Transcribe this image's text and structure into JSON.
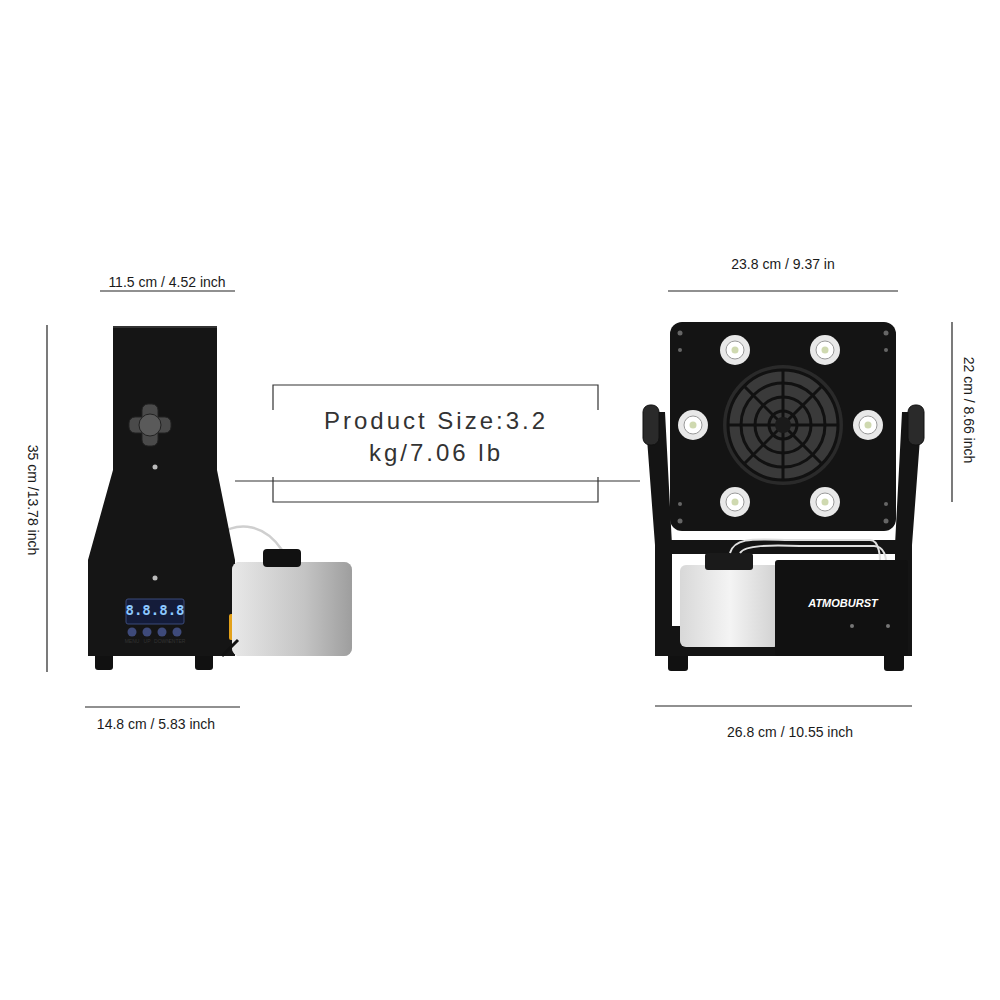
{
  "diagram": {
    "nodes": [
      {
        "text": [
          "Product Size:3.2 kg/7.06 lb"
        ]
      }
    ],
    "labels": [
      "11.5 cm / 4.52 inch",
      "35 cm /13.78 inch",
      "14.8 cm / 5.83 inch",
      "23.8 cm / 9.37 in",
      "22 cm / 8.66 inch",
      "26.8 cm / 10.55 inch",
      "8.8.8.8",
      "MENU",
      "UP",
      "DOWN",
      "ENTER",
      "ATMOBURST"
    ]
  }
}
